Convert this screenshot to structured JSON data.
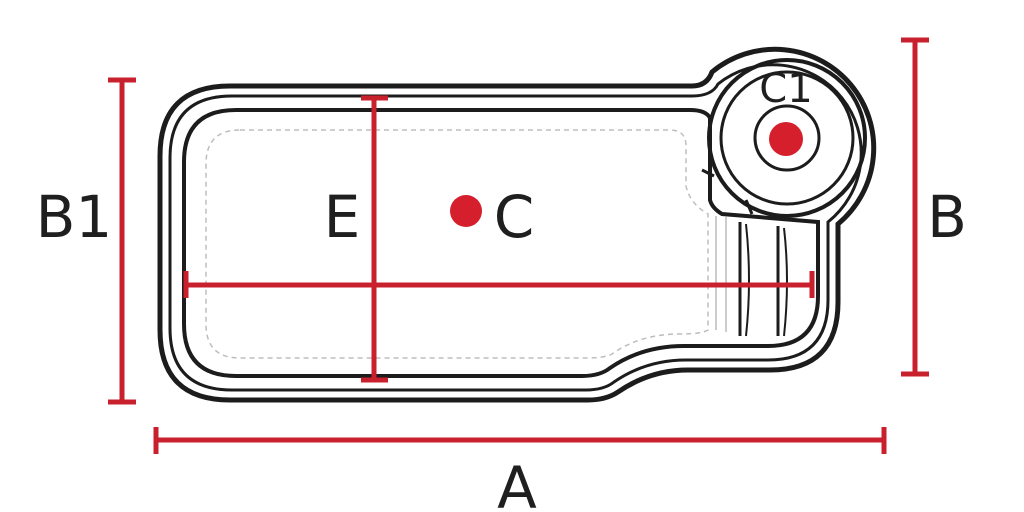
{
  "labels": {
    "overall_length": "A",
    "overall_width": "B",
    "pool_width": "B1",
    "depth": "E",
    "main_point": "C",
    "spa_point": "C1"
  },
  "colors": {
    "dimension": "#c8202c",
    "marker": "#d61f2c",
    "outline": "#1c1c1c"
  }
}
